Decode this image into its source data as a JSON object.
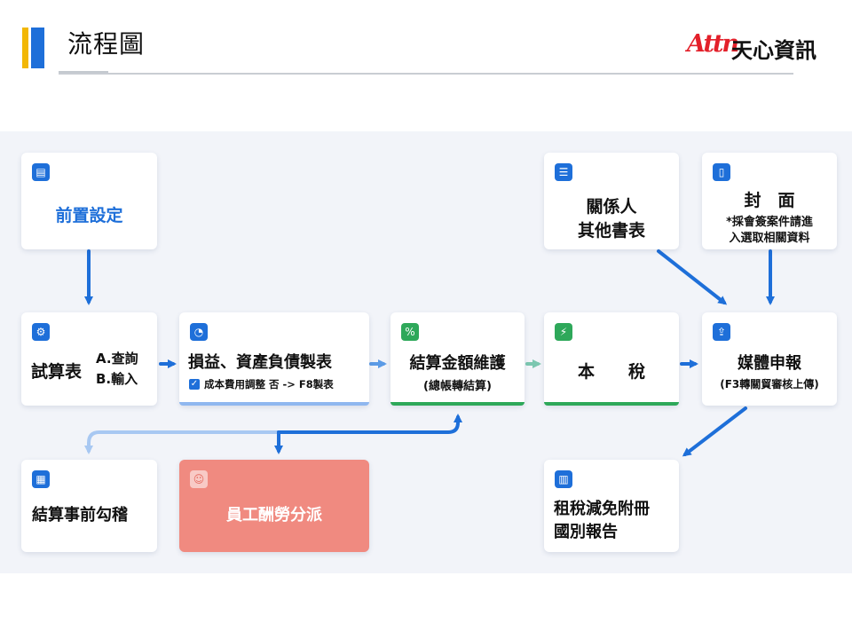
{
  "header": {
    "title": "流程圖"
  },
  "logo": {
    "mark": "Attn",
    "name": "天心資訊"
  },
  "nodes": {
    "pre_setup": "前置設定",
    "trial": {
      "name": "試算表",
      "opt1": "A.查詢",
      "opt2": "B.輸入"
    },
    "pl_bs": {
      "title": "損益、資產負債製表",
      "check": "成本費用調整 否 -> F8製表"
    },
    "settle_amount": {
      "title": "結算金額維護",
      "sub": "(總帳轉結算)"
    },
    "tax": "本　　稅",
    "related": {
      "line1": "關係人",
      "line2": "其他書表"
    },
    "cover": {
      "title": "封　面",
      "note1": "*採會簽案件請進",
      "note2": "入選取相關資料"
    },
    "media": {
      "title": "媒體申報",
      "sub": "(F3轉關貿審核上傳)"
    },
    "pre_check": "結算事前勾稽",
    "staff": "員工酬勞分派",
    "exempt": {
      "line1": "租稅減免附冊",
      "line2": "國別報告"
    }
  },
  "colors": {
    "blue": "#1e6fd9",
    "green": "#2ea85a",
    "coral": "#f08a80",
    "red": "#e3202a",
    "yellow": "#f2b705"
  },
  "icons": [
    "settings-doc-icon",
    "gear-icon",
    "chart-circle-icon",
    "percent-icon",
    "lightning-icon",
    "list-doc-icon",
    "file-icon",
    "upload-doc-icon",
    "calculator-doc-icon",
    "user-card-icon",
    "book-icon"
  ]
}
